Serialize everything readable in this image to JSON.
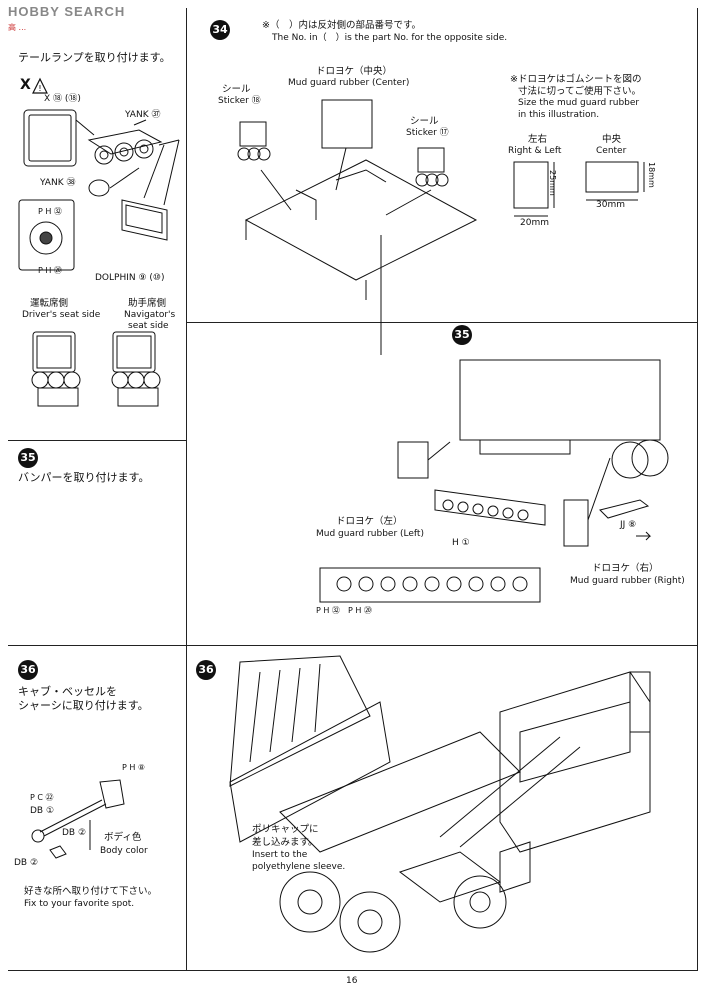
{
  "watermark": {
    "brand": "HOBBY SEARCH",
    "sub": "高 ..."
  },
  "page_number": "16",
  "left": {
    "tail_lamp_title": "テールランプを取り付けます。",
    "x_mark": "X",
    "parts": {
      "x": "X ⑱ (⑱)",
      "yank37": "YANK ㊲",
      "yank38": "YANK ㊳",
      "ph92": "P H ㉜",
      "ph90": "P H ⑳",
      "dolphin": "DOLPHIN ⑨ (⑩)"
    },
    "driver_jp": "運転席側",
    "driver_en": "Driver's seat side",
    "navigator_jp": "助手席側",
    "navigator_en1": "Navigator's",
    "navigator_en2": "seat side",
    "step35_num": "35",
    "step35_jp": "バンパーを取り付けます。",
    "step36_num": "36",
    "step36_jp1": "キャブ・ベッセルを",
    "step36_jp2": "シャーシに取り付けます。",
    "pc22": "P C ㉒",
    "ph8": "P H ⑧",
    "db1": "DB ①",
    "db2a": "DB ②",
    "db2b": "DB ②",
    "body_color_jp": "ボディ色",
    "body_color_en": "Body color",
    "favorite_jp": "好きな所へ取り付けて下さい。",
    "favorite_en": "Fix to your favorite spot."
  },
  "step34": {
    "num": "34",
    "note_jp": "※（　）内は反対側の部品番号です。",
    "note_en": "The No. in（　）is the part No. for the opposite side.",
    "center_jp": "ドロヨケ（中央）",
    "center_en": "Mud guard rubber (Center)",
    "sticker18_jp": "シール",
    "sticker18_en": "Sticker ⑱",
    "sticker17_jp": "シール",
    "sticker17_en": "Sticker ⑰",
    "size_jp1": "※ドロヨケはゴムシートを図の",
    "size_jp2": "寸法に切ってご使用下さい。",
    "size_en1": "Size the mud guard rubber",
    "size_en2": "in this illustration.",
    "rl_jp": "左右",
    "rl_en": "Right & Left",
    "c_jp": "中央",
    "c_en": "Center",
    "dim_25": "25mm",
    "dim_20": "20mm",
    "dim_18": "18mm",
    "dim_30": "30mm"
  },
  "step35": {
    "num": "35",
    "left_jp": "ドロヨケ（左）",
    "left_en": "Mud guard rubber (Left)",
    "right_jp": "ドロヨケ（右）",
    "right_en": "Mud guard rubber (Right)",
    "h1": "H ①",
    "jj8": "JJ ⑧",
    "ph92": "P H ㉜",
    "ph90": "P H ⑳"
  },
  "step36": {
    "num": "36",
    "poly_jp1": "ポリキャップに",
    "poly_jp2": "差し込みます。",
    "poly_en1": "Insert to the",
    "poly_en2": "polyethylene sleeve."
  }
}
